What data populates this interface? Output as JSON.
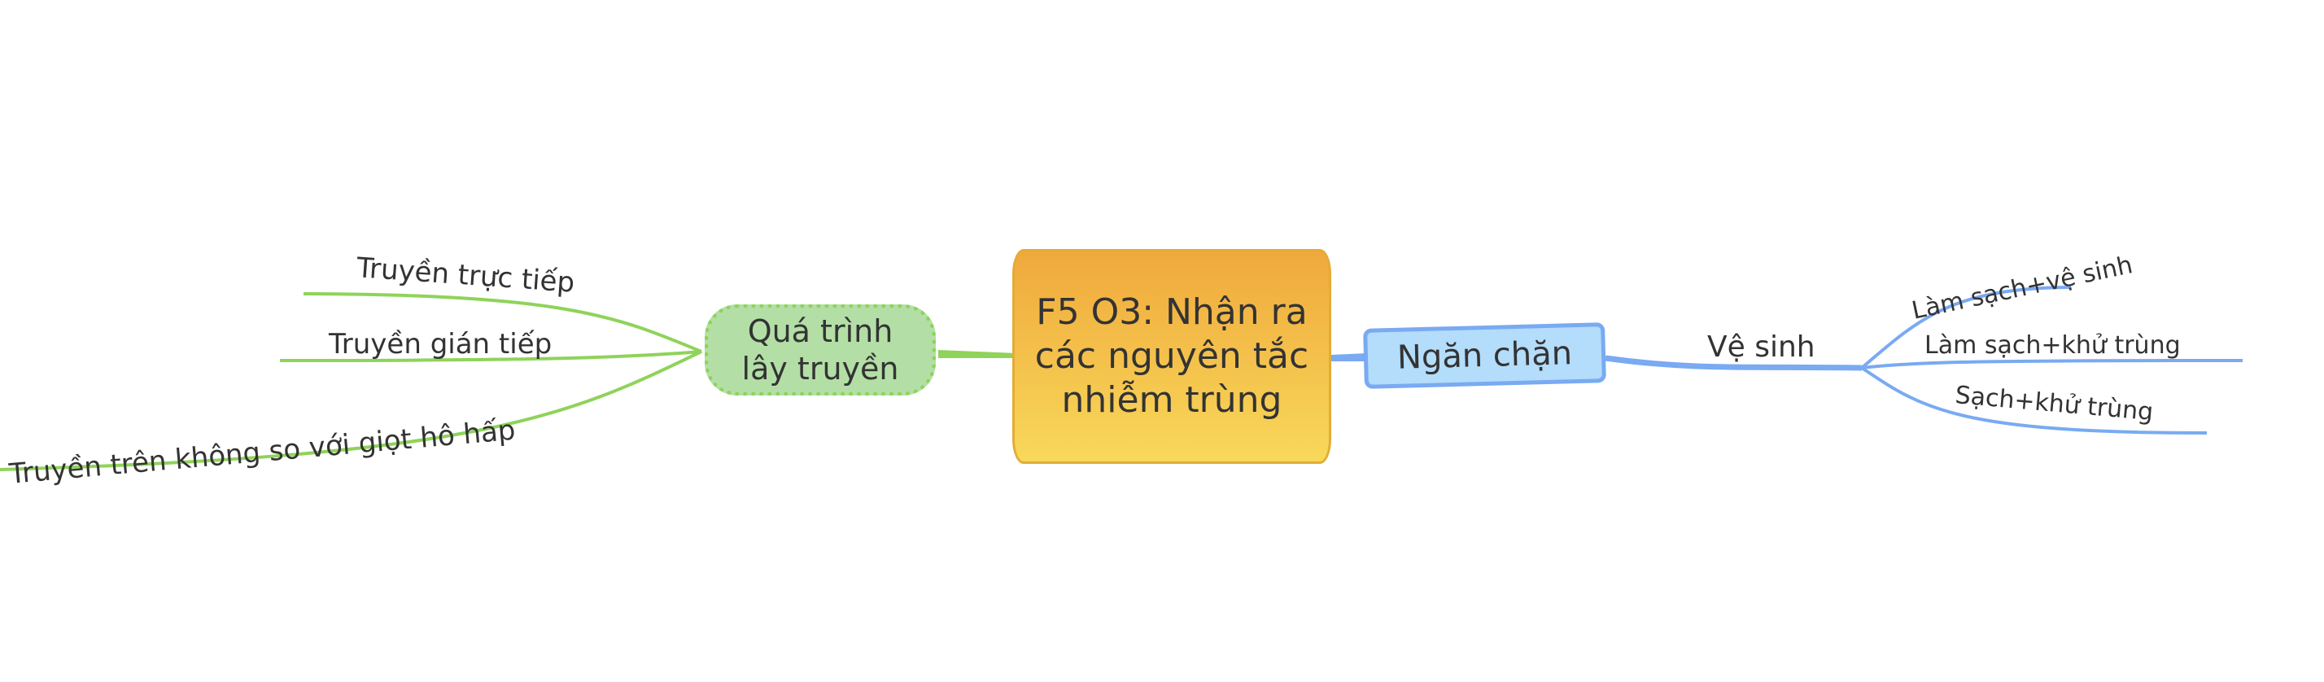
{
  "central": {
    "line1": "F5 O3: Nhận ra",
    "line2": "các nguyên tắc",
    "line3": "nhiễm trùng",
    "color": "#f0a93c"
  },
  "left_branch": {
    "line1": "Quá trình",
    "line2": "lây truyền",
    "color": "#8fd35a",
    "children": [
      "Truyền trực tiếp",
      "Truyền gián tiếp",
      "Truyền trên không so với giọt hô hấp"
    ]
  },
  "right_branch": {
    "label": "Ngăn chặn",
    "color": "#79aaf2",
    "child": {
      "label": "Vệ sinh",
      "children": [
        "Làm sạch+vệ sinh",
        "Làm sạch+khử trùng",
        "Sạch+khử trùng"
      ]
    }
  }
}
